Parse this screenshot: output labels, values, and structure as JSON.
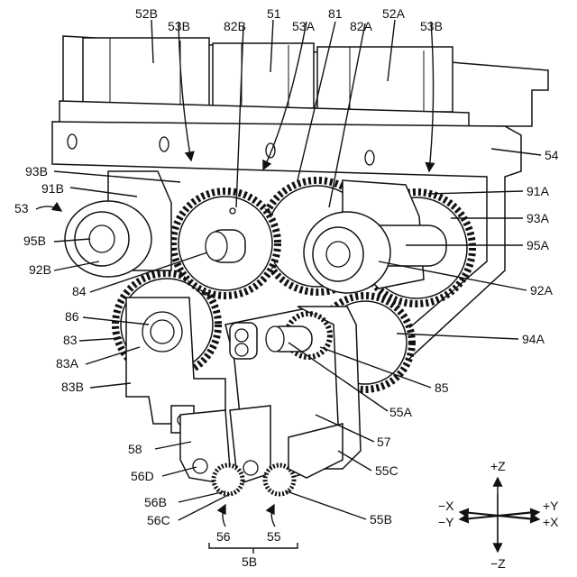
{
  "labels": {
    "l52B": "52B",
    "l53B_top_left": "53B",
    "l82B": "82B",
    "l51": "51",
    "l53A": "53A",
    "l81": "81",
    "l82A": "82A",
    "l52A": "52A",
    "l53B_top_right": "53B",
    "l54": "54",
    "l93B": "93B",
    "l91B": "91B",
    "l53": "53",
    "l95B": "95B",
    "l92B": "92B",
    "l84": "84",
    "l86": "86",
    "l83": "83",
    "l83A": "83A",
    "l83B": "83B",
    "l91A": "91A",
    "l93A": "93A",
    "l95A": "95A",
    "l92A": "92A",
    "l94A": "94A",
    "l85": "85",
    "l55A": "55A",
    "l57": "57",
    "l58": "58",
    "l56D": "56D",
    "l55C": "55C",
    "l56B": "56B",
    "l56C": "56C",
    "l55B": "55B",
    "l56": "56",
    "l55": "55",
    "l5B": "5B"
  },
  "axes": {
    "plus_z": "+Z",
    "minus_z": "−Z",
    "minus_x": "−X",
    "minus_y": "−Y",
    "plus_y": "+Y",
    "plus_x": "+X"
  }
}
